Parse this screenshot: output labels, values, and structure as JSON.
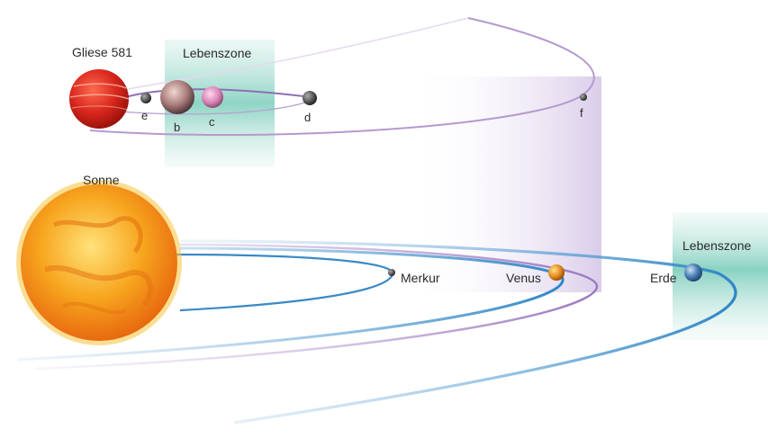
{
  "gliese": {
    "star_label": "Gliese 581",
    "zone_label": "Lebenszone",
    "planets": {
      "e": "e",
      "b": "b",
      "c": "c",
      "d": "d",
      "f": "f"
    }
  },
  "sun": {
    "star_label": "Sonne",
    "zone_label": "Lebenszone",
    "planets": {
      "mercury": "Merkur",
      "venus": "Venus",
      "earth": "Erde"
    }
  },
  "colors": {
    "gliese_star": "#d8261c",
    "sun": "#f4a21b",
    "zone_teal": "#7ccdbb",
    "orbit_purple": "#a888c8",
    "orbit_blue": "#2f86c6",
    "column_lilac": "#d9cdea"
  }
}
